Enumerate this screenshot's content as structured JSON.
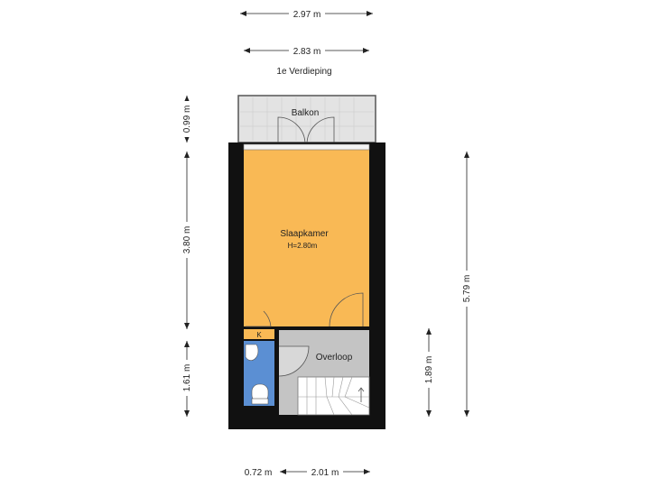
{
  "floor_title": "1e Verdieping",
  "rooms": {
    "balkon": {
      "label": "Balkon"
    },
    "slaapkamer": {
      "label": "Slaapkamer",
      "height": "H=2.80m"
    },
    "kast": {
      "label": "K"
    },
    "overloop": {
      "label": "Overloop"
    }
  },
  "dimensions": {
    "top_outer": "2.97 m",
    "top_inner": "2.83 m",
    "left_balcony": "0.99 m",
    "left_bedroom": "3.80 m",
    "left_bottom": "1.61 m",
    "right_total": "5.79 m",
    "right_bottom": "1.89 m",
    "bottom_left": "0.72 m",
    "bottom_right": "2.01 m"
  },
  "colors": {
    "bedroom": "#f9b955",
    "bathroom": "#5b8fd3",
    "landing": "#c4c4c4",
    "balcony": "#e0e0e0",
    "closet": "#f9b955",
    "wall": "#111111"
  }
}
